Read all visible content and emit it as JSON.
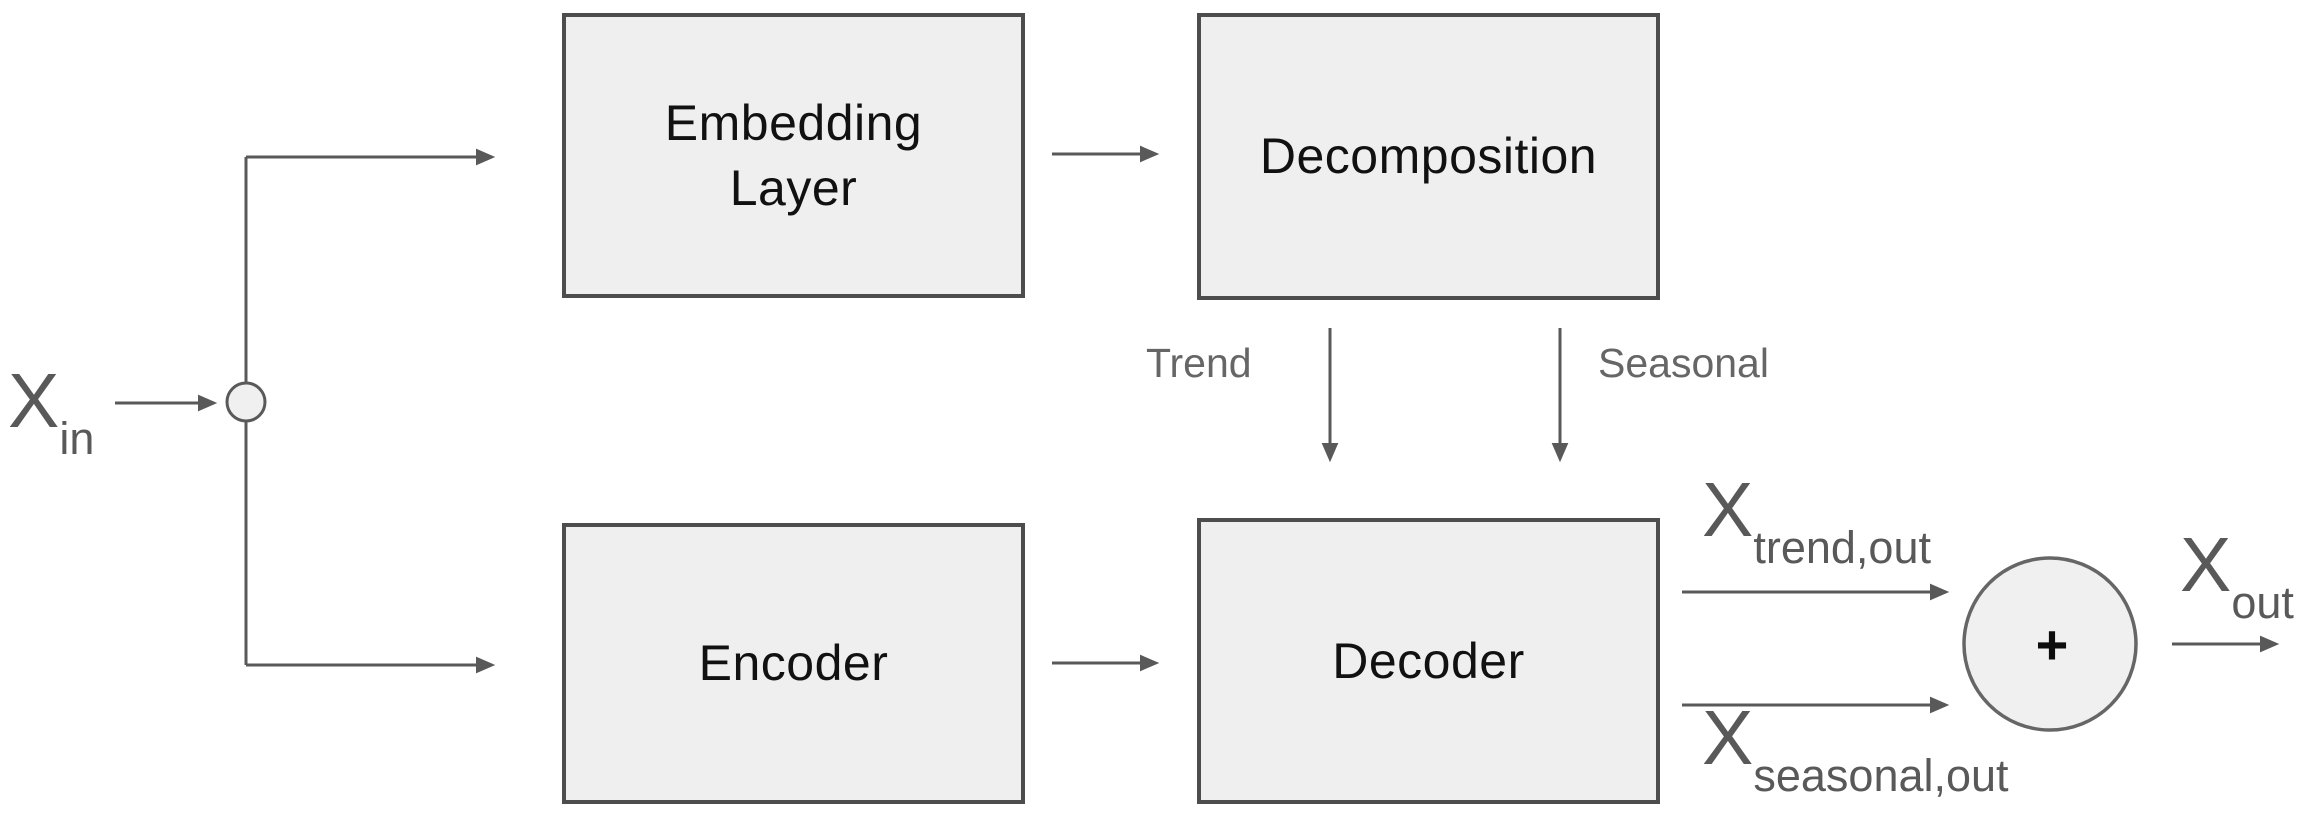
{
  "diagram": {
    "type": "flow-diagram",
    "nodes": {
      "embedding": {
        "label": "Embedding Layer"
      },
      "decomposition": {
        "label": "Decomposition"
      },
      "encoder": {
        "label": "Encoder"
      },
      "decoder": {
        "label": "Decoder"
      }
    },
    "edge_labels": {
      "trend": "Trend",
      "seasonal": "Seasonal"
    },
    "io_labels": {
      "x_in": {
        "base": "X",
        "sub": "in"
      },
      "x_trend_out": {
        "base": "X",
        "sub": "trend,out"
      },
      "x_seasonal_out": {
        "base": "X",
        "sub": "seasonal,out"
      },
      "x_out": {
        "base": "X",
        "sub": "out"
      }
    },
    "sum_node": {
      "operator": "+"
    },
    "connections": [
      "x_in -> split-node",
      "split-node -> embedding",
      "split-node -> encoder",
      "embedding -> decomposition",
      "decomposition -> decoder (Trend)",
      "decomposition -> decoder (Seasonal)",
      "encoder -> decoder",
      "decoder -> sum (x_trend_out)",
      "decoder -> sum (x_seasonal_out)",
      "sum -> x_out"
    ],
    "colors": {
      "background": "#ffffff",
      "box_fill": "#efefef",
      "box_border": "#4d4d4d",
      "line": "#595959",
      "label_gray": "#666666",
      "box_text": "#111111",
      "node_fill": "#f0f0f0"
    }
  }
}
